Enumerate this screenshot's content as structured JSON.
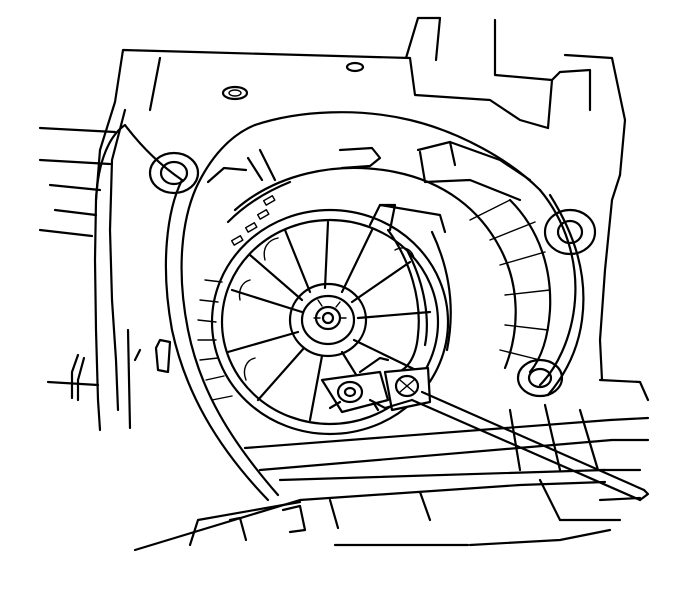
{
  "figure": {
    "subject": "",
    "colors": {
      "stroke": "#000000",
      "background": "#ffffff"
    },
    "icons": [
      "blower-motor-wheel",
      "mounting-screw",
      "wire-harness",
      "housing-bracket"
    ]
  }
}
